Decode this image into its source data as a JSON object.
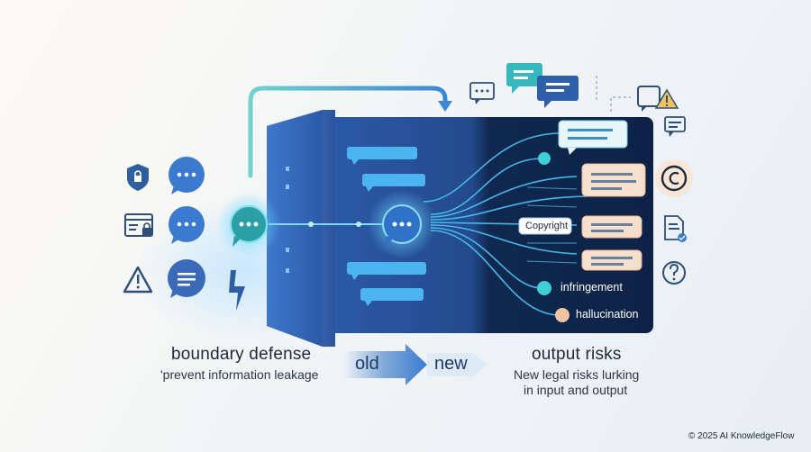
{
  "labels": {
    "boundary_title": "boundary defense",
    "boundary_sub": "'prevent information leakage",
    "old": "old",
    "new": "new",
    "output_title": "output risks",
    "output_sub_line1": "New legal risks lurking",
    "output_sub_line2": "in input and output",
    "copyright_tag": "Copyright",
    "infringement": "infringement",
    "hallucination": "hallucination",
    "footer": "© 2025 AI KnowledgeFlow"
  },
  "icons": {
    "left_column": [
      "shield-lock-icon",
      "browser-lock-icon",
      "warning-icon"
    ],
    "right_column": [
      "warning-bubble-icon",
      "chat-bubble-icon",
      "copyright-icon",
      "document-check-icon",
      "question-icon"
    ]
  },
  "colors": {
    "dark_panel": "#0f2a52",
    "door_blue": "#3d6fc0",
    "bubble_blue": "#2f73c9",
    "teal": "#33c2c6",
    "peach": "#f5d9c4",
    "text_dark": "#1e2a3a"
  }
}
